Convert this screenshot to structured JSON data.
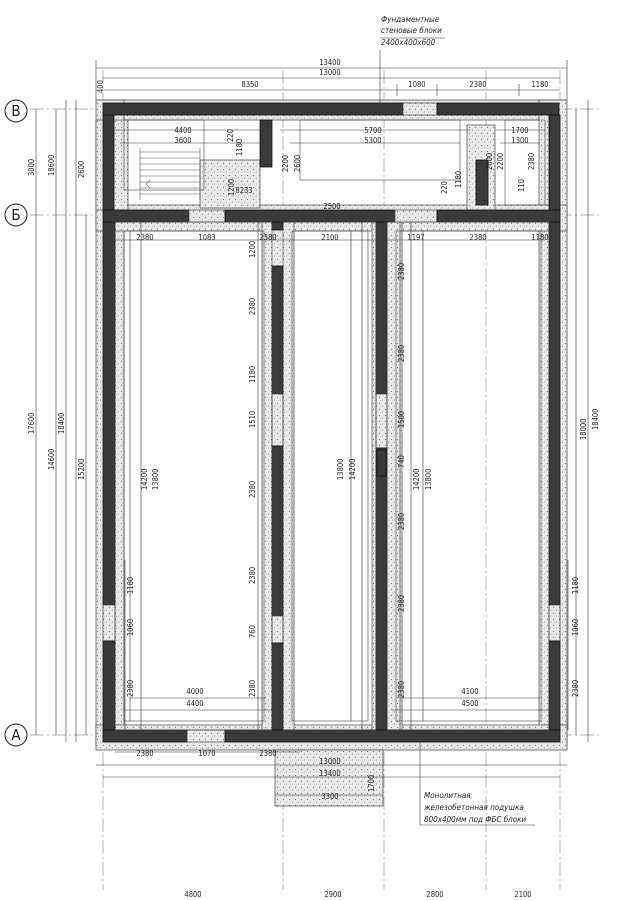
{
  "axes": {
    "top": "В",
    "middle": "Б",
    "bottom": "А"
  },
  "notes": {
    "blocks_line1": "Фундаментные",
    "blocks_line2": "стеновые блоки",
    "blocks_line3": "2400x400x600",
    "pad_line1": "Монолитная",
    "pad_line2": "железобетонная подушка",
    "pad_line3": "800x400мм под ФБС блоки"
  },
  "dims": {
    "top_overall_outer": "13400",
    "top_overall_inner": "13000",
    "top_8350": "8350",
    "top_1080": "1080",
    "top_2380": "2380",
    "top_1180": "1180",
    "top_400": "400",
    "row1_4400": "4400",
    "row1_3600": "3600",
    "row1_5700": "5700",
    "row1_5300": "5300",
    "row1_1700": "1700",
    "row1_1300": "1300",
    "row1_8233": "8233",
    "row1_2500": "2500",
    "row1_220a": "220",
    "row1_220b": "220",
    "row1_1180a": "1180",
    "row1_1180b": "1180",
    "row1_2200a": "2200",
    "row1_2600a": "2600",
    "row1_2600b": "2600",
    "row1_2200b": "2200",
    "row1_110": "110",
    "row1_2380": "2380",
    "row1_1200": "1200",
    "midrow_2380a": "2380",
    "midrow_1083": "1083",
    "midrow_2380b": "2380",
    "midrow_2100": "2100",
    "midrow_1197": "1197",
    "midrow_2380c": "2380",
    "midrow_1180": "1180",
    "bottom_2380a": "2380",
    "bottom_1070": "1070",
    "bottom_2380b": "2380",
    "bottom_13400": "13400",
    "bottom_13000": "13000",
    "bottom_3300": "3300",
    "bottom_1700": "1700",
    "room1_4000": "4000",
    "room1_4400": "4400",
    "room3_4100": "4100",
    "room3_4500": "4500",
    "left_3000": "3000",
    "left_17600": "17600",
    "left_18600": "18600",
    "left_18400": "18400",
    "left_14600": "14600",
    "left_15200": "15200",
    "left_2600": "2600",
    "right_18000": "18000",
    "right_18400": "18400",
    "inner_14200a": "14200",
    "inner_13800a": "13800",
    "inner_13800b": "13800",
    "inner_14200b": "14200",
    "inner_14200c": "14200",
    "inner_13800c": "13800",
    "wall2_1200": "1200",
    "wall2_2380a": "2380",
    "wall2_1180": "1180",
    "wall2_1510": "1510",
    "wall2_2380b": "2380",
    "wall2_2380c": "2380",
    "wall2_760": "760",
    "wall2_2380d": "2380",
    "wall3_2380a": "2380",
    "wall3_2380b": "2380",
    "wall3_1500": "1500",
    "wall3_740": "740",
    "wall3_2380c": "2380",
    "wall3_2380d": "2380",
    "wall3_2380e": "2380",
    "lw_1180": "1180",
    "lw_1060": "1060",
    "lw_2380": "2380",
    "rw_1180": "1180",
    "rw_1060": "1060",
    "rw_2380": "2380",
    "grid_4800": "4800",
    "grid_2900": "2900",
    "grid_2800": "2800",
    "grid_2100": "2100"
  }
}
